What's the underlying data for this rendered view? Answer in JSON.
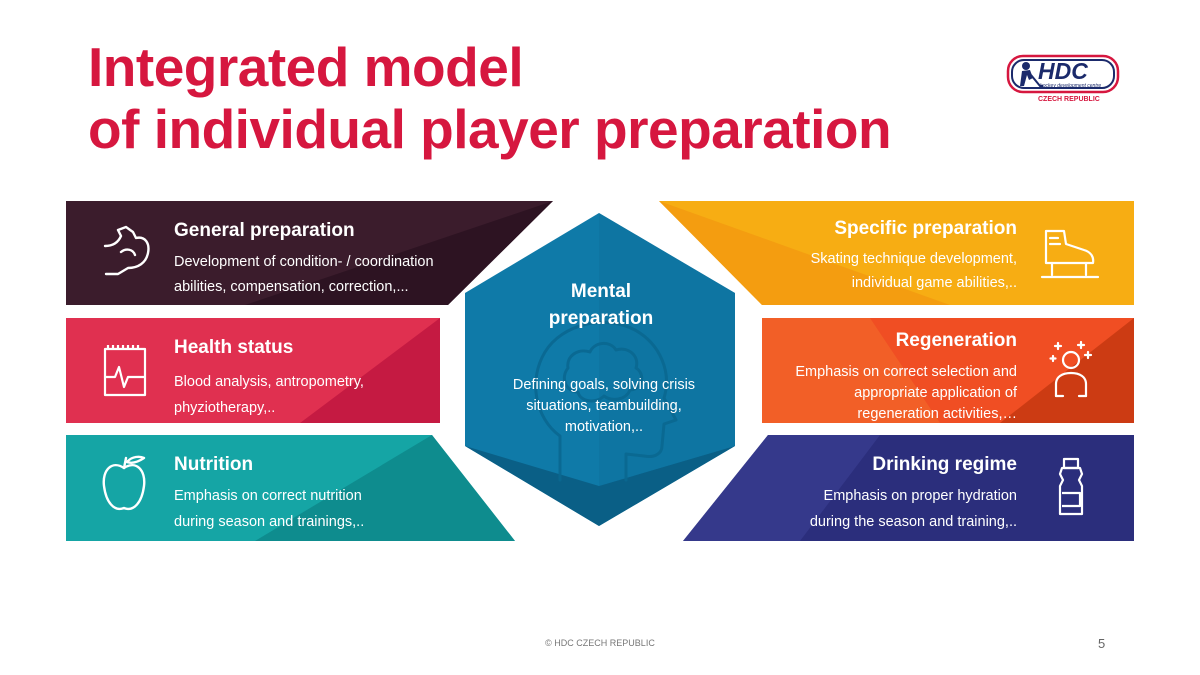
{
  "title": [
    "Integrated model",
    "of individual player preparation"
  ],
  "logo": {
    "text": "HDC",
    "subtitle": "hockey development centre",
    "country": "CZECH REPUBLIC",
    "icon": "hockey-player-icon"
  },
  "panels": [
    {
      "id": "general",
      "icon": "flexed-arm-icon",
      "heading": "General preparation",
      "lines": [
        "Development of condition- / coordination",
        "abilities, compensation, correction,..."
      ],
      "color": "#3b1c2c"
    },
    {
      "id": "health",
      "icon": "medical-chart-icon",
      "heading": "Health status",
      "lines": [
        "Blood analysis, antropometry,",
        "phyziotherapy,.."
      ],
      "color": "#e03050"
    },
    {
      "id": "nutrition",
      "icon": "apple-icon",
      "heading": "Nutrition",
      "lines": [
        "Emphasis on correct nutrition",
        "during season and trainings,.."
      ],
      "color": "#15a5a5"
    },
    {
      "id": "specific",
      "icon": "ice-skate-icon",
      "heading": "Specific  preparation",
      "lines": [
        "Skating technique development,",
        "individual game abilities,.."
      ],
      "color": "#f7ad13"
    },
    {
      "id": "regeneration",
      "icon": "relaxed-person-icon",
      "heading": "Regeneration",
      "lines": [
        "Emphasis on correct selection and",
        "appropriate application of",
        "regeneration activities,…"
      ],
      "color": "#f04e23"
    },
    {
      "id": "drinking",
      "icon": "water-bottle-icon",
      "heading": "Drinking regime",
      "lines": [
        "Emphasis on proper hydration",
        "during the season and training,.."
      ],
      "color": "#2b2e7c"
    }
  ],
  "center": {
    "icon": "brain-head-icon",
    "heading": [
      "Mental",
      "preparation"
    ],
    "lines": [
      "Defining goals, solving crisis",
      "situations, teambuilding,",
      "motivation,.."
    ],
    "color": "#0f7aa8"
  },
  "footer": "© HDC CZECH REPUBLIC",
  "page_number": "5"
}
